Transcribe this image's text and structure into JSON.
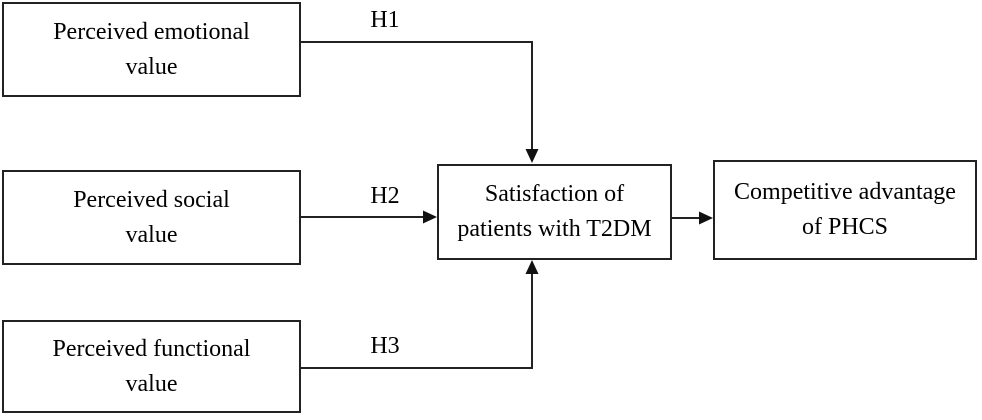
{
  "diagram": {
    "background_color": "#ffffff",
    "line_color": "#222222",
    "text_color": "#000000",
    "nodes": [
      {
        "id": "perceived-emotional-value",
        "lines": [
          "Perceived emotional",
          "value"
        ]
      },
      {
        "id": "perceived-social-value",
        "lines": [
          "Perceived social",
          "value"
        ]
      },
      {
        "id": "perceived-functional-value",
        "lines": [
          "Perceived functional",
          "value"
        ]
      },
      {
        "id": "satisfaction-patients-t2dm",
        "lines": [
          "Satisfaction of",
          "patients with T2DM"
        ]
      },
      {
        "id": "competitive-advantage-phcs",
        "lines": [
          "Competitive advantage",
          "of PHCS"
        ]
      }
    ],
    "edges": [
      {
        "label": "H1",
        "from": "perceived-emotional-value",
        "to": "satisfaction-patients-t2dm"
      },
      {
        "label": "H2",
        "from": "perceived-social-value",
        "to": "satisfaction-patients-t2dm"
      },
      {
        "label": "H3",
        "from": "perceived-functional-value",
        "to": "satisfaction-patients-t2dm"
      },
      {
        "label": "",
        "from": "satisfaction-patients-t2dm",
        "to": "competitive-advantage-phcs"
      }
    ]
  }
}
